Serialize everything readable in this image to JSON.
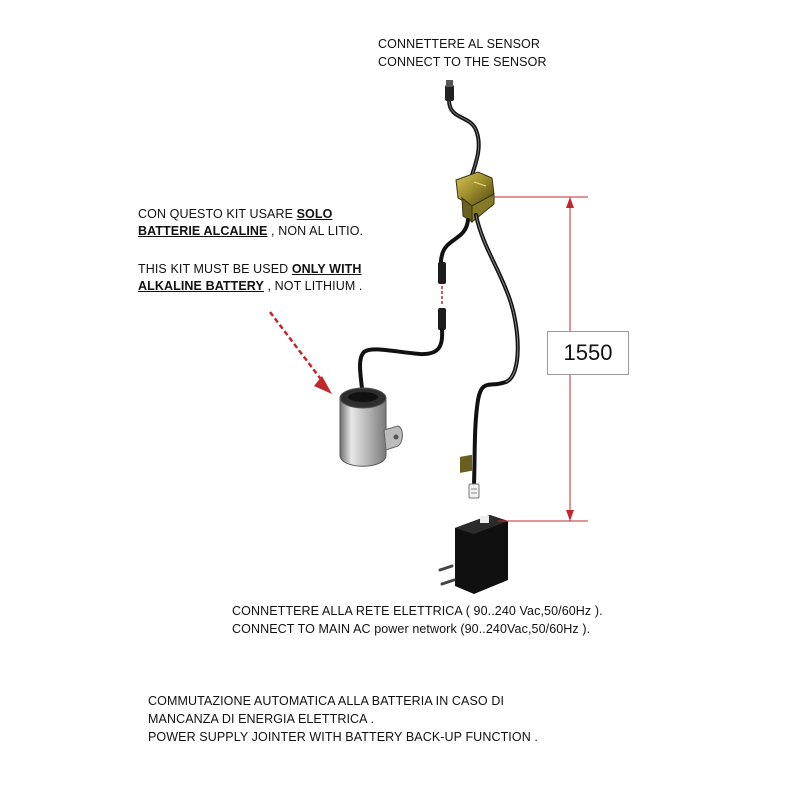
{
  "sensor_label": {
    "line1": "CONNETTERE  AL  SENSOR",
    "line2": "CONNECT  TO THE SENSOR"
  },
  "battery_note": {
    "it_pre": "CON QUESTO KIT  USARE ",
    "it_bold1": "SOLO",
    "it_bold2": "BATTERIE ALCALINE",
    "it_post": " , NON AL LITIO.",
    "en_pre": "THIS KIT MUST BE USED ",
    "en_bold1": "ONLY WITH",
    "en_bold2": "ALKALINE BATTERY",
    "en_post": " , NOT LITHIUM ."
  },
  "dimension": {
    "value": "1550",
    "color": "#c0282d"
  },
  "mains_label": {
    "line1": "CONNETTERE  ALLA RETE ELETTRICA ( 90..240 Vac,50/60Hz ).",
    "line2": "CONNECT TO MAIN AC power network  (90..240Vac,50/60Hz )."
  },
  "footer": {
    "line1": "COMMUTAZIONE AUTOMATICA ALLA BATTERIA IN CASO DI",
    "line2": "MANCANZA DI ENERGIA ELETTRICA .",
    "line3": "POWER SUPPLY JOINTER WITH BATTERY BACK-UP FUNCTION ."
  },
  "icons": [
    "sensor-connector-icon",
    "junction-box-icon",
    "battery-holder-icon",
    "power-adapter-icon",
    "arrow-icon"
  ]
}
